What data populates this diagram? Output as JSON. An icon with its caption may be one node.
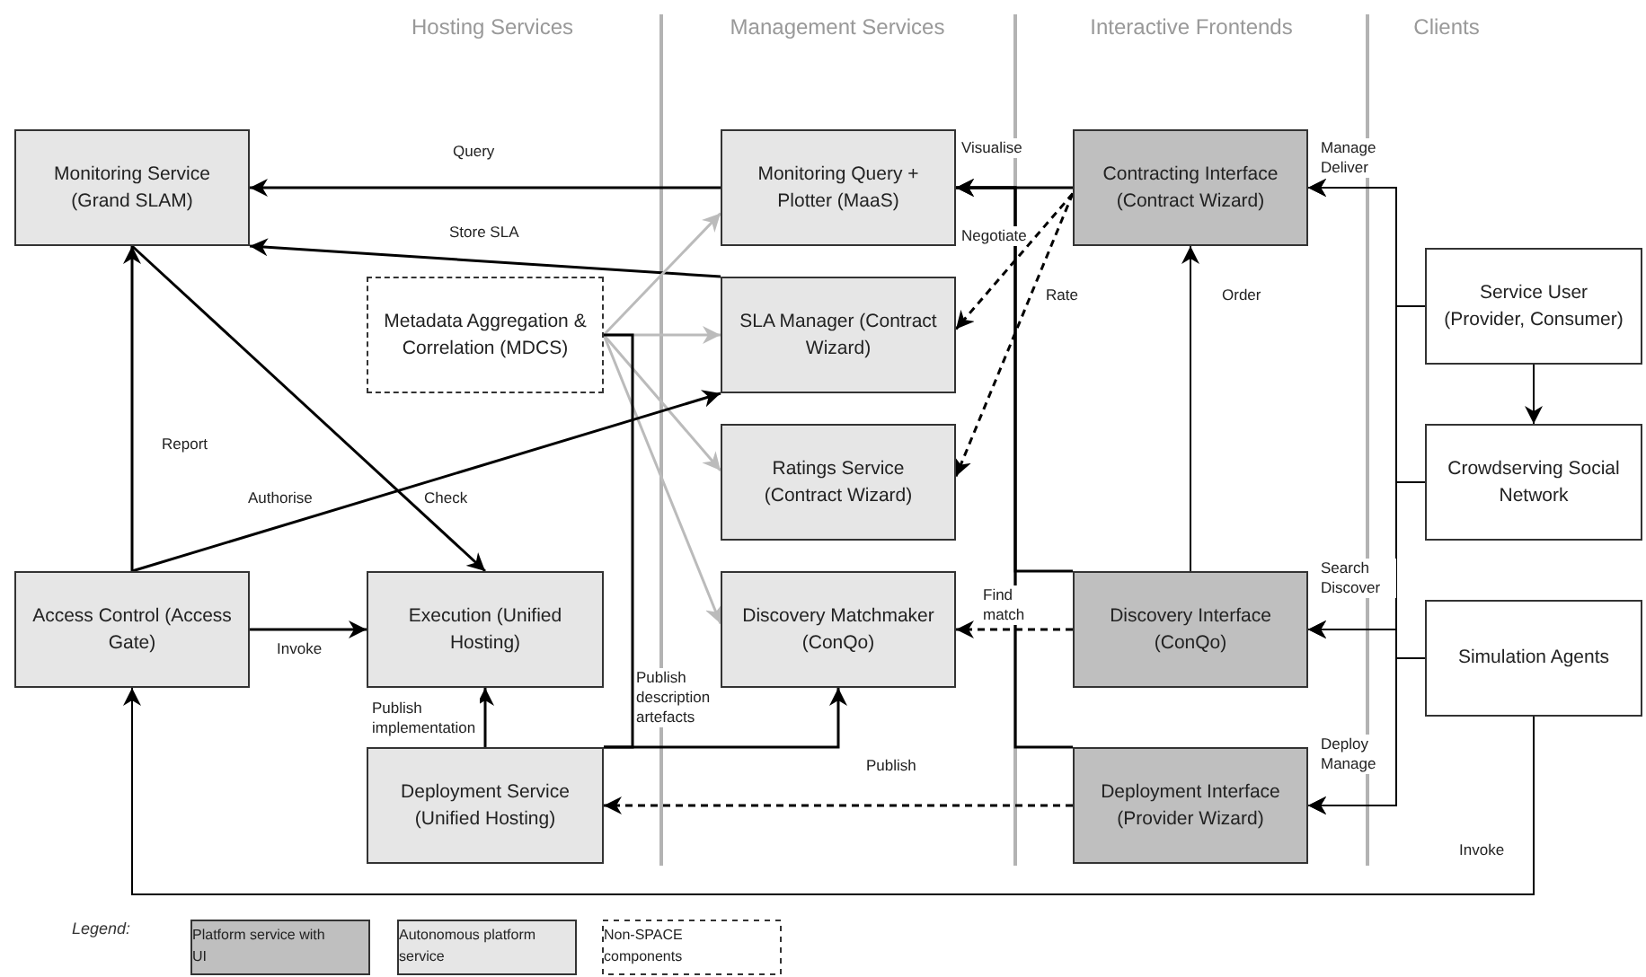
{
  "diagram": {
    "nodes": [
      {
        "text": [
          "Monitoring Service (Grand SLAM)"
        ]
      },
      {
        "text": [
          "Monitoring Query + Plotter (MaaS)"
        ]
      },
      {
        "text": [
          "Contracting Interface (Contract Wizard)"
        ]
      },
      {
        "text": [
          "Metadata Aggregation & Correlation (MDCS)"
        ]
      },
      {
        "text": [
          "SLA Manager (Contract Wizard)"
        ]
      },
      {
        "text": [
          "Service User (Provider, Consumer)"
        ]
      },
      {
        "text": [
          "Ratings Service (Contract Wizard)"
        ]
      },
      {
        "text": [
          "Crowdserving Social Network"
        ]
      },
      {
        "text": [
          "Access Control (Access Gate)"
        ]
      },
      {
        "text": [
          "Execution (Unified Hosting)"
        ]
      },
      {
        "text": [
          "Discovery Matchmaker (ConQo)"
        ]
      },
      {
        "text": [
          "Discovery Interface (ConQo)"
        ]
      },
      {
        "text": [
          "Simulation Agents"
        ]
      },
      {
        "text": [
          "Deployment Service (Unified Hosting)"
        ]
      },
      {
        "text": [
          "Deployment Interface (Provider Wizard)"
        ]
      }
    ],
    "edges": [
      {
        "from": 1,
        "to": 0,
        "arrow": "to",
        "label": "Query"
      },
      {
        "from": 4,
        "to": 0,
        "arrow": "to",
        "label": "Store SLA"
      },
      {
        "from": 2,
        "to": 1,
        "arrow": "to",
        "label": "Visualise"
      },
      {
        "from": 11,
        "to": 1,
        "arrow": "to"
      },
      {
        "from": 14,
        "to": 1,
        "arrow": "to"
      },
      {
        "from": 2,
        "to": 4,
        "arrow": "to",
        "label": "Negotiate",
        "style": "dashed"
      },
      {
        "from": 2,
        "to": 6,
        "arrow": "to",
        "label": "Rate",
        "style": "dashed"
      },
      {
        "from": 3,
        "to": 1,
        "arrow": "to",
        "color": "#bbbbbb"
      },
      {
        "from": 3,
        "to": 4,
        "arrow": "to",
        "color": "#bbbbbb"
      },
      {
        "from": 3,
        "to": 6,
        "arrow": "to",
        "color": "#bbbbbb"
      },
      {
        "from": 3,
        "to": 10,
        "arrow": "to",
        "color": "#bbbbbb"
      },
      {
        "from": 8,
        "to": 0,
        "arrow": "to",
        "label": "Report"
      },
      {
        "from": 8,
        "to": 4,
        "arrow": "to",
        "label": "Authorise"
      },
      {
        "from": 0,
        "to": 9,
        "arrow": "to",
        "label": "Check"
      },
      {
        "from": 8,
        "to": 9,
        "arrow": "to",
        "label": "Invoke"
      },
      {
        "from": 13,
        "to": 9,
        "arrow": "to",
        "label": "Publish implementation"
      },
      {
        "from": 13,
        "to": 10,
        "arrow": "to",
        "label": "Publish"
      },
      {
        "from": 13,
        "to": 3,
        "arrow": "none",
        "label": "Publish description artefacts"
      },
      {
        "from": 14,
        "to": 13,
        "arrow": "to",
        "style": "dashed"
      },
      {
        "from": 11,
        "to": 10,
        "arrow": "to",
        "label": "Find match",
        "style": "dashed"
      },
      {
        "from": 11,
        "to": 2,
        "arrow": "to",
        "label": "Order"
      },
      {
        "from": 5,
        "to": 2,
        "arrow": "to",
        "label": "Manage Deliver"
      },
      {
        "from": 7,
        "to": 2,
        "arrow": "to"
      },
      {
        "from": 12,
        "to": 2,
        "arrow": "to"
      },
      {
        "from": 5,
        "to": 11,
        "arrow": "to",
        "label": "Search Discover"
      },
      {
        "from": 7,
        "to": 11,
        "arrow": "to"
      },
      {
        "from": 12,
        "to": 11,
        "arrow": "to"
      },
      {
        "from": 5,
        "to": 14,
        "arrow": "to",
        "label": "Deploy Manage"
      },
      {
        "from": 7,
        "to": 14,
        "arrow": "to"
      },
      {
        "from": 12,
        "to": 14,
        "arrow": "to"
      },
      {
        "from": 5,
        "to": 7,
        "arrow": "to"
      },
      {
        "from": 12,
        "to": 8,
        "arrow": "to",
        "label": "Invoke"
      }
    ],
    "labels": [
      "Hosting Services",
      "Management Services",
      "Interactive Frontends",
      "Clients",
      "Legend:"
    ],
    "legend": [
      {
        "text": "Platform service with UI",
        "color": "#bfbfbf"
      },
      {
        "text": "Autonomous platform service",
        "color": "#e6e6e6"
      },
      {
        "text": "Non-SPACE components"
      }
    ]
  }
}
